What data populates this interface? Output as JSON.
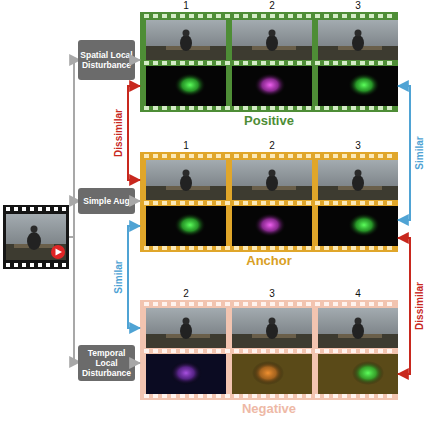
{
  "diagram": {
    "nodes": [
      {
        "text": [
          "Spatial Local Disturbance"
        ]
      },
      {
        "text": [
          "Simple Aug"
        ]
      },
      {
        "text": [
          "Temporal Local Disturbance"
        ]
      },
      {
        "text": [
          "Positive"
        ]
      },
      {
        "text": [
          "Anchor"
        ]
      },
      {
        "text": [
          "Negative"
        ]
      }
    ],
    "edges": [
      {
        "from": 0,
        "to": 3,
        "arrow": "to"
      },
      {
        "from": 1,
        "to": 4,
        "arrow": "to"
      },
      {
        "from": 2,
        "to": 5,
        "arrow": "to"
      },
      {
        "from": 3,
        "to": 4,
        "label": "Dissimilar",
        "arrow": "both"
      },
      {
        "from": 4,
        "to": 3,
        "label": "Similar",
        "arrow": "both"
      },
      {
        "from": 4,
        "to": 5,
        "label": "Similar",
        "arrow": "both"
      },
      {
        "from": 4,
        "to": 5,
        "label": "Dissimilar",
        "arrow": "both"
      }
    ],
    "labels": [
      "1",
      "2",
      "3",
      "1",
      "2",
      "3",
      "2",
      "3",
      "4"
    ]
  }
}
